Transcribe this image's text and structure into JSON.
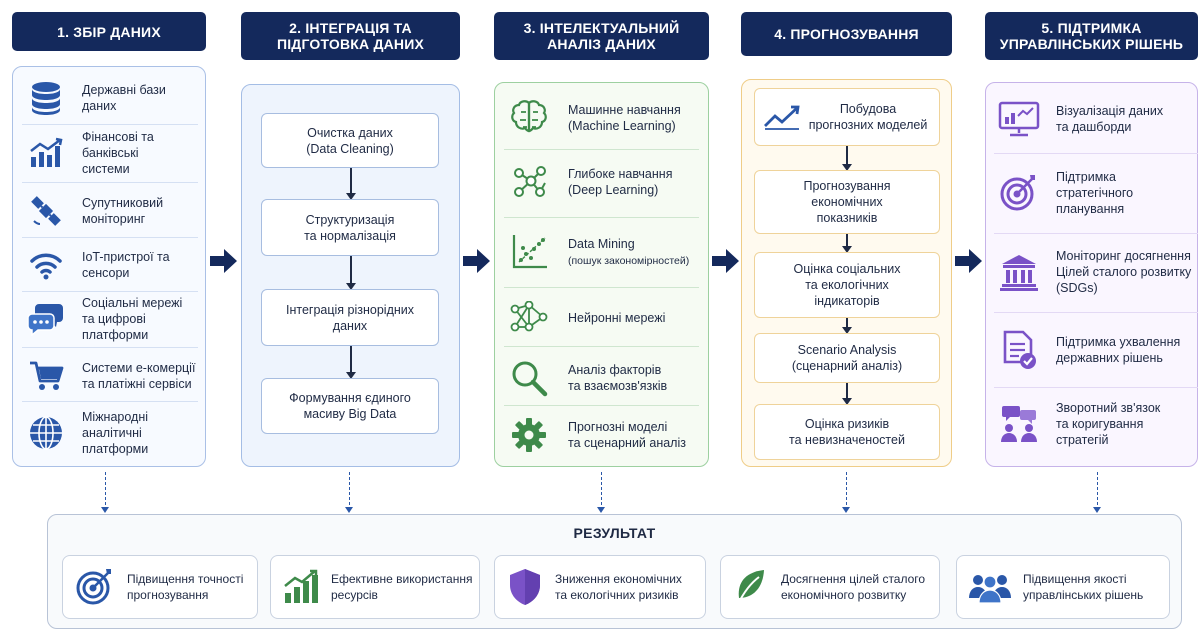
{
  "headers": [
    {
      "l1": "1. ЗБІР ДАНИХ",
      "l2": ""
    },
    {
      "l1": "2. ІНТЕГРАЦІЯ ТА",
      "l2": "ПІДГОТОВКА ДАНИХ"
    },
    {
      "l1": "3. ІНТЕЛЕКТУАЛЬНИЙ",
      "l2": "АНАЛІЗ ДАНИХ"
    },
    {
      "l1": "4. ПРОГНОЗУВАННЯ",
      "l2": ""
    },
    {
      "l1": "5. ПІДТРИМКА",
      "l2": "УПРАВЛІНСЬКИХ РІШЕНЬ"
    }
  ],
  "sources": [
    {
      "icon": "database-icon",
      "label": "Державні бази даних"
    },
    {
      "icon": "bar-chart-icon",
      "label": "Фінансові та банківські системи"
    },
    {
      "icon": "satellite-icon",
      "label": "Супутниковий моніторинг"
    },
    {
      "icon": "wifi-icon",
      "label": "IoT-пристрої та сенсори"
    },
    {
      "icon": "chat-bubbles-icon",
      "label": "Соціальні мережі та цифрові платформи"
    },
    {
      "icon": "shopping-cart-icon",
      "label": "Системи е-комерції та платіжні сервіси"
    },
    {
      "icon": "globe-icon",
      "label": "Міжнародні аналітичні платформи"
    }
  ],
  "integration_steps": [
    {
      "l1": "Очистка даних",
      "l2": "(Data Cleaning)"
    },
    {
      "l1": "Структуризація",
      "l2": "та нормалізація"
    },
    {
      "l1": "Інтеграція різнорідних",
      "l2": "даних"
    },
    {
      "l1": "Формування єдиного",
      "l2": "масиву Big Data"
    }
  ],
  "analysis_methods": [
    {
      "icon": "brain-icon",
      "l1": "Машинне навчання",
      "l2": "(Machine Learning)"
    },
    {
      "icon": "network-nodes-icon",
      "l1": "Глибоке навчання",
      "l2": "(Deep Learning)"
    },
    {
      "icon": "scatter-plot-icon",
      "l1": "Data Mining",
      "l2": "(пошук закономірностей)"
    },
    {
      "icon": "neural-network-icon",
      "l1": "Нейронні мережі",
      "l2": ""
    },
    {
      "icon": "magnifier-icon",
      "l1": "Аналіз факторів",
      "l2": "та взаємозв'язків"
    },
    {
      "icon": "gear-icon",
      "l1": "Прогнозні моделі",
      "l2": "та сценарний аналіз"
    }
  ],
  "forecast_first": {
    "icon": "trend-line-icon",
    "l1": "Побудова",
    "l2": "прогнозних моделей"
  },
  "forecast_steps": [
    {
      "l1": "Прогнозування",
      "l2": "економічних",
      "l3": "показників"
    },
    {
      "l1": "Оцінка соціальних",
      "l2": "та екологічних",
      "l3": "індикаторів"
    },
    {
      "l1": "Scenario Analysis",
      "l2": "(сценарний аналіз)",
      "l3": ""
    },
    {
      "l1": "Оцінка ризиків",
      "l2": "та невизначеностей",
      "l3": ""
    }
  ],
  "decisions": [
    {
      "icon": "dashboard-icon",
      "label": "Візуалізація даних та дашборди"
    },
    {
      "icon": "target-icon",
      "label": "Підтримка стратегічного планування"
    },
    {
      "icon": "institution-icon",
      "label": "Моніторинг досягнення Цілей сталого розвитку (SDGs)"
    },
    {
      "icon": "document-check-icon",
      "label": "Підтримка ухвалення державних рішень"
    },
    {
      "icon": "feedback-people-icon",
      "label": "Зворотний зв'язок та коригування стратегій"
    }
  ],
  "result": {
    "title": "РЕЗУЛЬТАТ",
    "items": [
      {
        "icon": "target-icon",
        "l1": "Підвищення точності",
        "l2": "прогнозування"
      },
      {
        "icon": "growth-chart-icon",
        "l1": "Ефективне використання",
        "l2": "ресурсів"
      },
      {
        "icon": "shield-icon",
        "l1": "Зниження економічних",
        "l2": "та екологічних ризиків"
      },
      {
        "icon": "leaf-icon",
        "l1": "Досягнення цілей сталого",
        "l2": "економічного розвитку"
      },
      {
        "icon": "team-icon",
        "l1": "Підвищення якості",
        "l2": "управлінських рішень"
      }
    ]
  },
  "colors": {
    "navy": "#14295c",
    "blue": "#2a57a8",
    "green": "#3e8a4a",
    "orange": "#e7a33a",
    "purple": "#7a52c7"
  }
}
